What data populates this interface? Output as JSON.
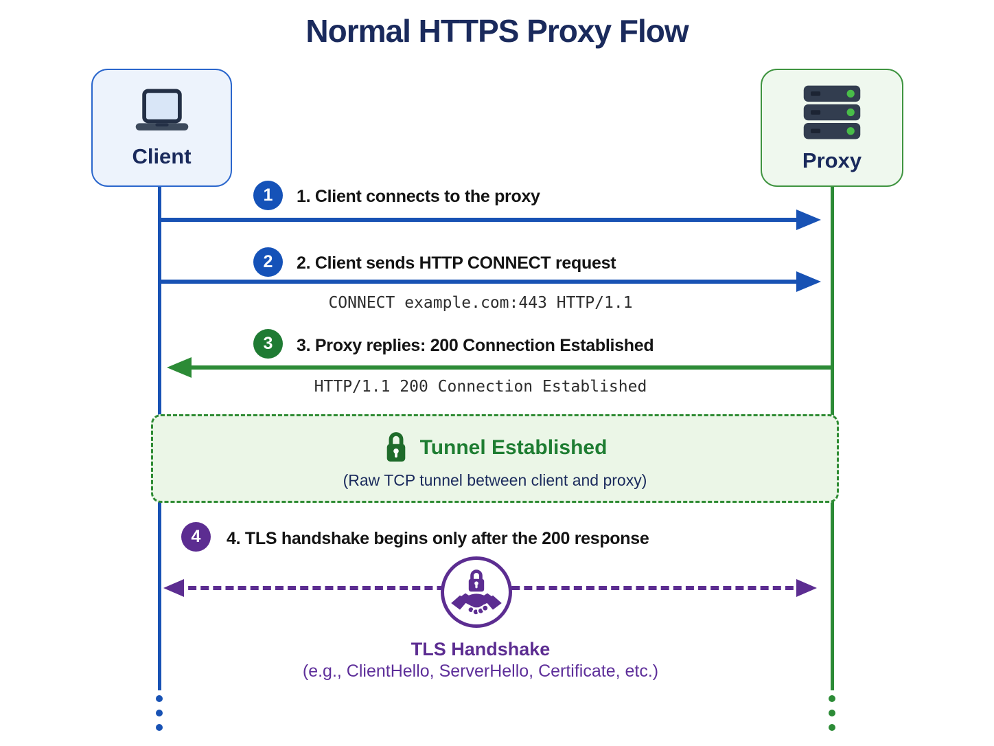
{
  "title": "Normal HTTPS Proxy Flow",
  "actors": {
    "client": {
      "label": "Client",
      "icon": "laptop-icon"
    },
    "proxy": {
      "label": "Proxy",
      "icon": "server-stack-icon"
    }
  },
  "steps": [
    {
      "num": "1",
      "label": "1. Client connects to the proxy",
      "direction": "client-to-proxy",
      "color": "#1552b8"
    },
    {
      "num": "2",
      "label": "2. Client sends HTTP CONNECT request",
      "code": "CONNECT example.com:443 HTTP/1.1",
      "direction": "client-to-proxy",
      "color": "#1552b8"
    },
    {
      "num": "3",
      "label": "3. Proxy replies: 200 Connection Established",
      "code": "HTTP/1.1 200 Connection Established",
      "direction": "proxy-to-client",
      "color": "#1f7b33"
    },
    {
      "num": "4",
      "label": "4. TLS handshake begins only after the 200 response",
      "direction": "bidirectional",
      "color": "#5c2d91"
    }
  ],
  "tunnel": {
    "title": "Tunnel Established",
    "subtitle": "(Raw TCP tunnel between client and proxy)",
    "icon": "padlock-icon"
  },
  "tls": {
    "title": "TLS Handshake",
    "subtitle": "(e.g., ClientHello, ServerHello, Certificate, etc.)",
    "icon": "handshake-lock-icon"
  },
  "colors": {
    "client_blue": "#1852b4",
    "proxy_green": "#2c8b36",
    "tls_purple": "#5c2d91",
    "title_navy": "#1a2a5c",
    "client_card_bg": "#edf3fc",
    "proxy_card_bg": "#eff8ee",
    "tunnel_bg": "#ebf6e7"
  }
}
